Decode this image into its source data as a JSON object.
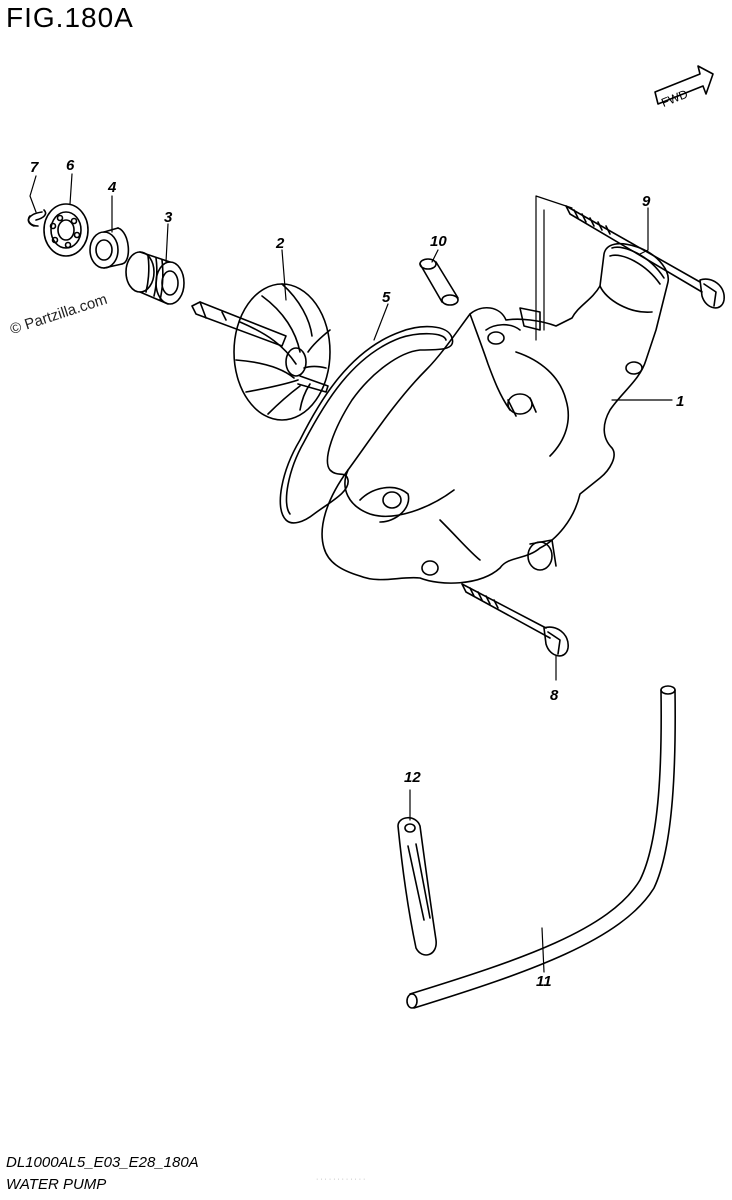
{
  "figure": {
    "title": "FIG.180A",
    "watermark": "© Partzilla.com",
    "footer_code": "DL1000AL5_E03_E28_180A",
    "footer_name": "WATER PUMP",
    "footer_small": "· · · · · · · · · · · ·",
    "fwd_label": "FWD"
  },
  "callouts": [
    {
      "id": "1",
      "label": "1"
    },
    {
      "id": "2",
      "label": "2"
    },
    {
      "id": "3",
      "label": "3"
    },
    {
      "id": "4",
      "label": "4"
    },
    {
      "id": "5",
      "label": "5"
    },
    {
      "id": "6",
      "label": "6"
    },
    {
      "id": "7",
      "label": "7"
    },
    {
      "id": "8",
      "label": "8"
    },
    {
      "id": "9",
      "label": "9"
    },
    {
      "id": "10",
      "label": "10"
    },
    {
      "id": "11",
      "label": "11"
    },
    {
      "id": "12",
      "label": "12"
    }
  ],
  "colors": {
    "line": "#000000",
    "background": "#ffffff"
  }
}
